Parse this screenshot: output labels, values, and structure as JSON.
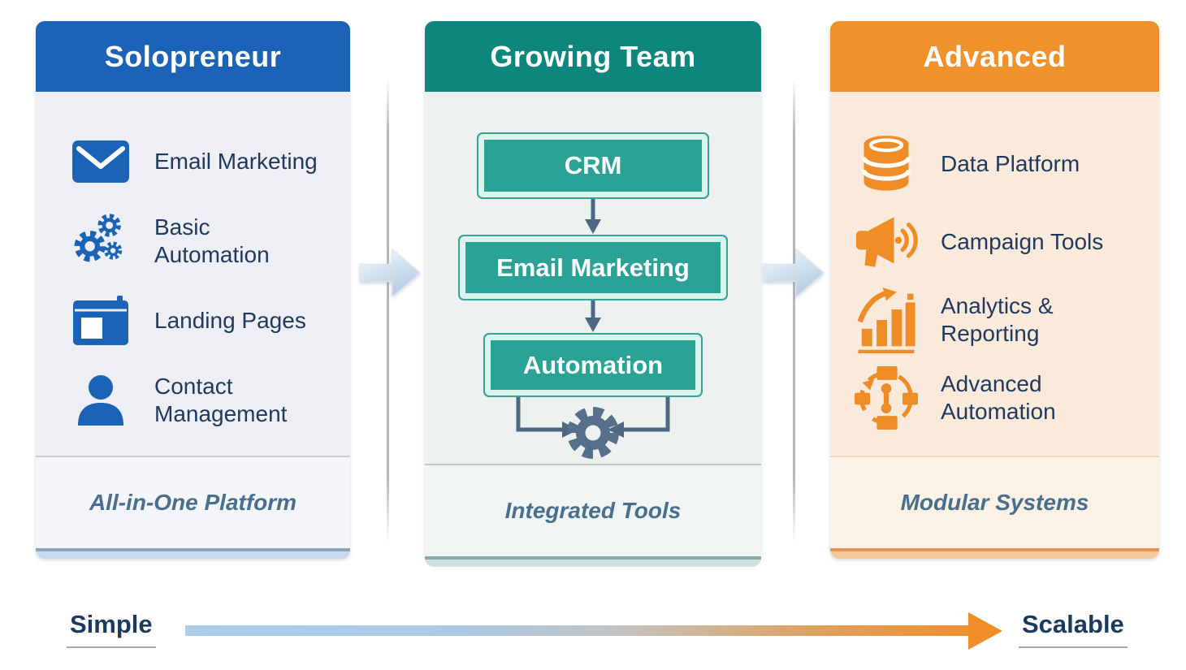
{
  "diagram": {
    "columns": [
      {
        "title": "Solopreneur",
        "footer": "All-in-One Platform",
        "items": [
          {
            "icon": "envelope-icon",
            "label": "Email Marketing"
          },
          {
            "icon": "gears-icon",
            "label": "Basic Automation"
          },
          {
            "icon": "browser-window-icon",
            "label": "Landing Pages"
          },
          {
            "icon": "person-icon",
            "label": "Contact Management"
          }
        ],
        "colors": {
          "header": "#1c62b6",
          "body": "#edeff4",
          "footer_bg": "#f3f5f9",
          "icon": "#1a63b6",
          "bottom_bar": "#c9daec"
        }
      },
      {
        "title": "Growing Team",
        "footer": "Integrated Tools",
        "flow_steps": [
          "CRM",
          "Email Marketing",
          "Automation"
        ],
        "flow_end_icon": "gear-icon",
        "colors": {
          "header": "#0f867d",
          "body": "#ecf1f0",
          "footer_bg": "#f0f5f4",
          "box_fill": "#2aa296",
          "box_ring": "#d8f4ed",
          "connector": "#4c6882",
          "gear": "#56708a",
          "bottom_bar": "#cfe2df"
        }
      },
      {
        "title": "Advanced",
        "footer": "Modular Systems",
        "items": [
          {
            "icon": "database-icon",
            "label": "Data Platform"
          },
          {
            "icon": "megaphone-icon",
            "label": "Campaign Tools"
          },
          {
            "icon": "bar-chart-icon",
            "label": "Analytics & Reporting"
          },
          {
            "icon": "workflow-icon",
            "label": "Advanced Automation"
          }
        ],
        "colors": {
          "header": "#f0922c",
          "body": "#faeadc",
          "footer_bg": "#fbf1e5",
          "icon": "#ee8d26",
          "bottom_bar": "#f5c99e"
        }
      }
    ],
    "axis": {
      "left_label": "Simple",
      "right_label": "Scalable",
      "gradient": [
        "#a9cdeb",
        "#c2c3c4",
        "#ef8e2d"
      ],
      "arrowhead_color": "#f08d29"
    },
    "text_color": "#21395c",
    "footer_text_color": "#4a6f8e"
  }
}
